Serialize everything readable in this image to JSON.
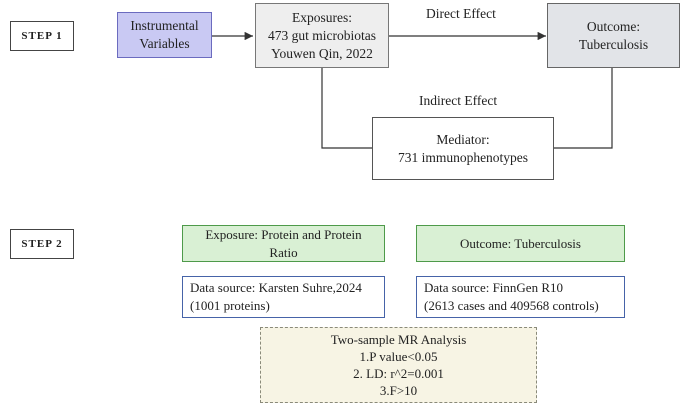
{
  "step1": {
    "step_label": "STEP 1",
    "instrumental": [
      "Instrumental",
      "Variables"
    ],
    "exposures": [
      "Exposures:",
      "473 gut microbiotas",
      "Youwen Qin, 2022"
    ],
    "outcome": [
      "Outcome:",
      "Tuberculosis"
    ],
    "mediator": [
      "Mediator:",
      "731 immunophenotypes"
    ],
    "direct_effect": "Direct Effect",
    "indirect_effect": "Indirect Effect"
  },
  "step2": {
    "step_label": "STEP 2",
    "exposure": [
      "Exposure: Protein and Protein",
      "Ratio"
    ],
    "outcome": "Outcome: Tuberculosis",
    "exposure_source": [
      "Data source: Karsten Suhre,2024",
      "(1001 proteins)"
    ],
    "outcome_source": [
      "Data source: FinnGen R10",
      "(2613 cases and 409568 controls)"
    ],
    "mr": [
      "Two-sample MR Analysis",
      "1.P value<0.05",
      "2. LD: r^2=0.001",
      "3.F>10"
    ]
  },
  "colors": {
    "iv_fill": "#c9c9f3",
    "exposure_fill": "#eeeeee",
    "outcome_fill": "#e2e4e8",
    "green_fill": "#d9f0d4",
    "blue_border": "#4663a8",
    "mr_fill": "#f7f4e4"
  }
}
